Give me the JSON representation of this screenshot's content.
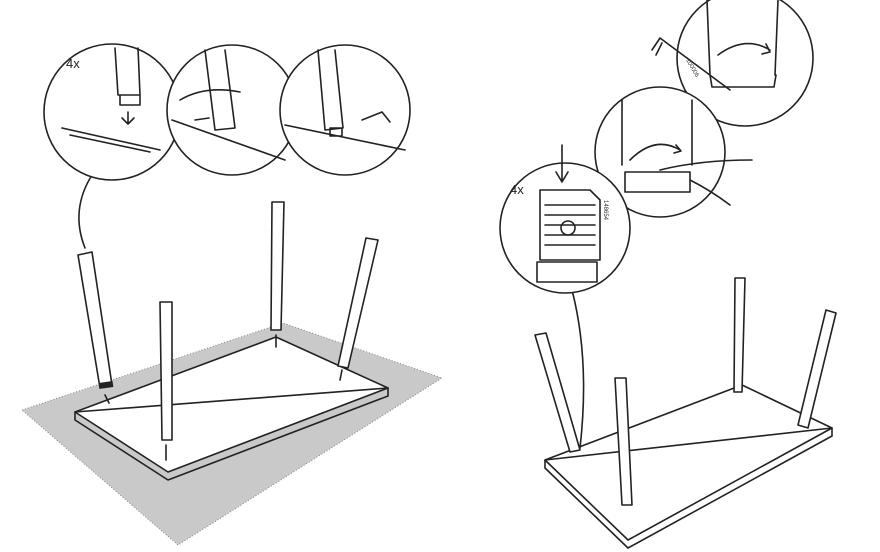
{
  "step_left": {
    "quantity_label": "4x"
  },
  "step_right": {
    "quantity_label": "4x",
    "wrench_code": "100006",
    "part_code": "148654"
  }
}
